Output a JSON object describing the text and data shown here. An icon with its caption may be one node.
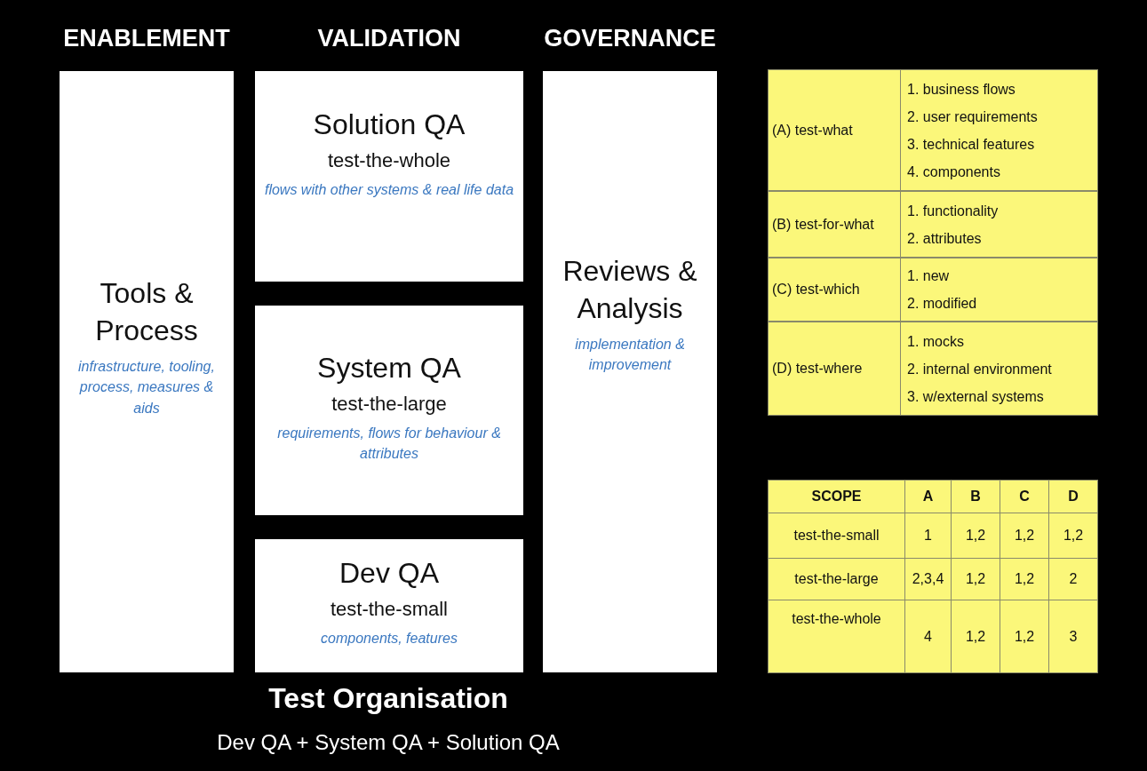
{
  "diagram": {
    "title": "Test Organisation",
    "caption": "Dev QA + System QA + Solution QA",
    "nodes": [
      {
        "text": [
          "Tools & Process",
          "infrastructure, tooling, process, measures & aids"
        ]
      },
      {
        "text": [
          "Solution QA",
          "test-the-whole",
          "flows with other systems & real life data"
        ]
      },
      {
        "text": [
          "System QA",
          "test-the-large",
          "requirements, flows for behaviour & attributes"
        ]
      },
      {
        "text": [
          "Dev QA",
          "test-the-small",
          "components, features"
        ]
      },
      {
        "text": [
          "Reviews & Analysis",
          "implementation & improvement"
        ]
      }
    ],
    "edges": [],
    "labels": [
      "ENABLEMENT",
      "VALIDATION",
      "GOVERNANCE",
      "(A) test-what",
      "1. business flows",
      "2. user requirements",
      "3. technical features",
      "4. components",
      "(B) test-for-what",
      "1. functionality",
      "2. attributes",
      "(C) test-which",
      "1. new",
      "2. modified",
      "(D) test-where",
      "1. mocks",
      "2. internal environment",
      "3. w/external systems",
      "SCOPE",
      "A",
      "B",
      "C",
      "D",
      "test-the-small",
      "1",
      "1,2",
      "1,2",
      "1,2",
      "test-the-large",
      "2,3,4",
      "1,2",
      "1,2",
      "2",
      "test-the-whole",
      "4",
      "1,2",
      "1,2",
      "3"
    ]
  }
}
